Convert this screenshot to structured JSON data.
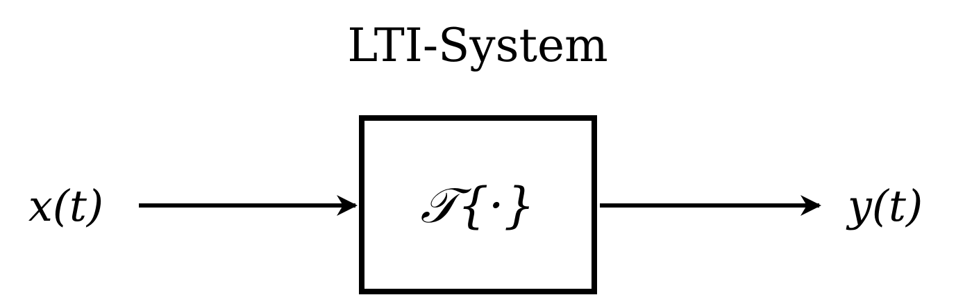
{
  "title": "LTI-System",
  "input_label": "x(t)",
  "block_label": "𝒯{·}",
  "output_label": "y(t)",
  "colors": {
    "stroke": "#000000",
    "background": "#ffffff"
  }
}
